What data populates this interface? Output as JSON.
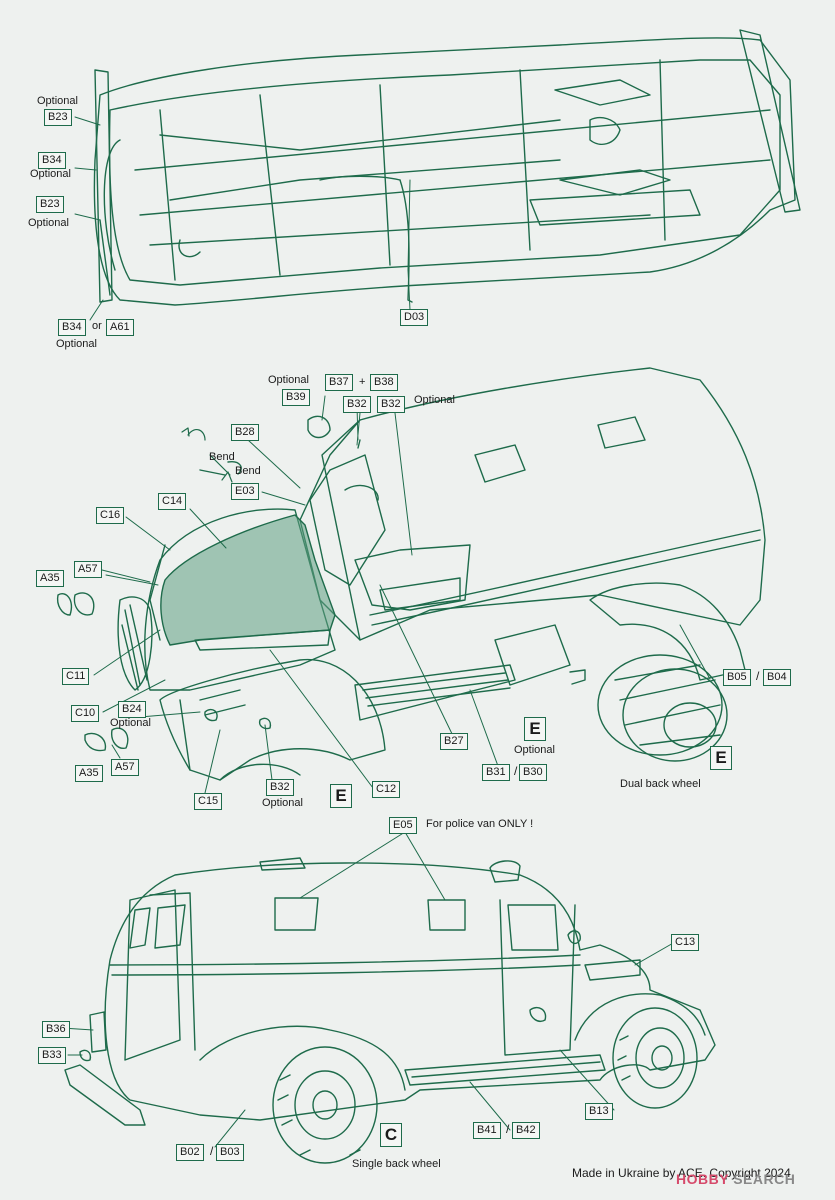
{
  "top_view": {
    "labels": [
      "B23",
      "B34",
      "B23",
      "B34",
      "A61",
      "D03"
    ],
    "optional": [
      "Optional",
      "Optional",
      "Optional",
      "Optional"
    ],
    "or": "or"
  },
  "middle_view": {
    "labels": [
      "B39",
      "B37",
      "B38",
      "B32",
      "B32",
      "B28",
      "E03",
      "C14",
      "C16",
      "A57",
      "A35",
      "C11",
      "C10",
      "B24",
      "A35",
      "A57",
      "C15",
      "B32",
      "C12",
      "B27",
      "B31",
      "B30",
      "B05",
      "B04"
    ],
    "plus": "+",
    "optional": [
      "Optional",
      "Optional",
      "Optional",
      "Optional",
      "Optional"
    ],
    "bend": [
      "Bend",
      "Bend"
    ],
    "dual_back_wheel": "Dual back wheel",
    "section_letters": [
      "E",
      "E",
      "E"
    ]
  },
  "bottom_view": {
    "labels": [
      "E05",
      "C13",
      "B36",
      "B33",
      "B13",
      "B02",
      "B03",
      "B41",
      "B42"
    ],
    "police_note": "For police van ONLY !",
    "single_back_wheel": "Single back wheel",
    "section_letter": "C"
  },
  "footer": {
    "made_in": "Made in Ukraine by ACE. Copyright 2024",
    "watermark_a": "HOBBY",
    "watermark_b": "SEARCH"
  },
  "colors": {
    "accent": "#1e6b4b",
    "fill": "#5f9f82",
    "paper": "#eef1ef"
  }
}
